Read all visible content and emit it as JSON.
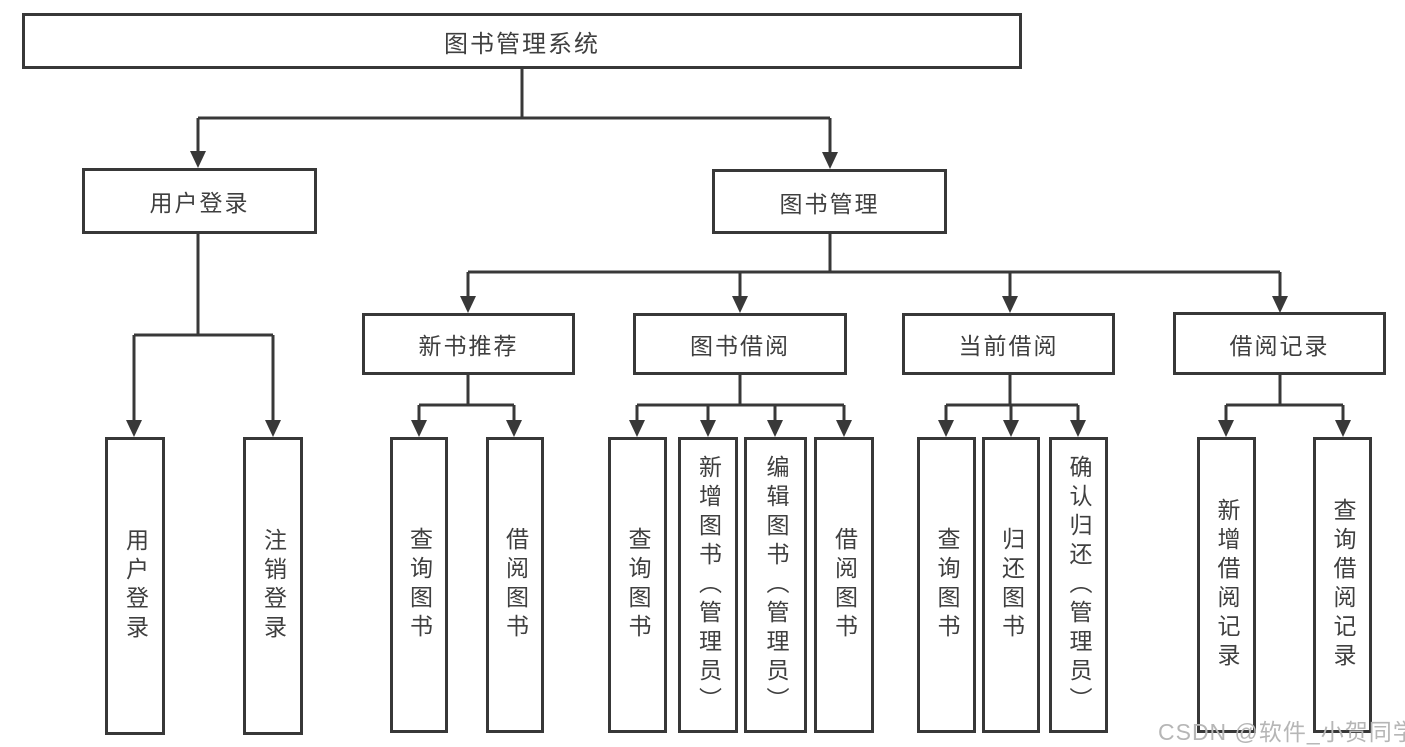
{
  "tree": {
    "root": "图书管理系统",
    "branches": [
      {
        "label": "用户登录",
        "leaves": [
          "用户登录",
          "注销登录"
        ]
      },
      {
        "label": "图书管理",
        "sections": [
          {
            "label": "新书推荐",
            "leaves": [
              "查询图书",
              "借阅图书"
            ]
          },
          {
            "label": "图书借阅",
            "leaves": [
              "查询图书",
              "新增图书（管理员）",
              "编辑图书（管理员）",
              "借阅图书"
            ]
          },
          {
            "label": "当前借阅",
            "leaves": [
              "查询图书",
              "归还图书",
              "确认归还（管理员）"
            ]
          },
          {
            "label": "借阅记录",
            "leaves": [
              "新增借阅记录",
              "查询借阅记录"
            ]
          }
        ]
      }
    ]
  },
  "watermark": "CSDN @软件_小贺同学",
  "colors": {
    "line": "#383838",
    "text": "#3f3f3f",
    "watermark": "#b6b6b6",
    "background": "#ffffff"
  }
}
